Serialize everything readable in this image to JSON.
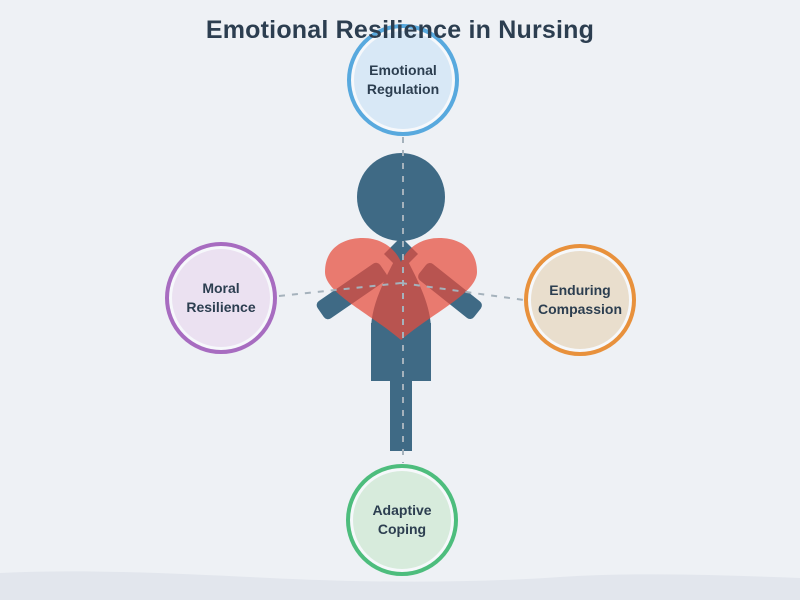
{
  "title": "Emotional Resilience in Nursing",
  "text_color": "#2c3e50",
  "background_color": "#eef1f5",
  "wave_color": "#e2e6ed",
  "connector_color": "#a5b2bc",
  "figure": {
    "name": "person with heart (nurse)",
    "body_color": "#3f6a85",
    "heart_color": "#e74c3c",
    "heart_opacity": "0.72"
  },
  "nodes": [
    {
      "id": "emotional-regulation",
      "lines": [
        "Emotional",
        "Regulation"
      ],
      "border": "#58a9de",
      "fill": "#d8e8f6"
    },
    {
      "id": "moral-resilience",
      "lines": [
        "Moral",
        "Resilience"
      ],
      "border": "#a76cc0",
      "fill": "#ebe1f1"
    },
    {
      "id": "enduring-compassion",
      "lines": [
        "Enduring",
        "Compassion"
      ],
      "border": "#e8913c",
      "fill": "#e9decd"
    },
    {
      "id": "adaptive-coping",
      "lines": [
        "Adaptive",
        "Coping"
      ],
      "border": "#4dbd7d",
      "fill": "#d7ebdc"
    }
  ]
}
